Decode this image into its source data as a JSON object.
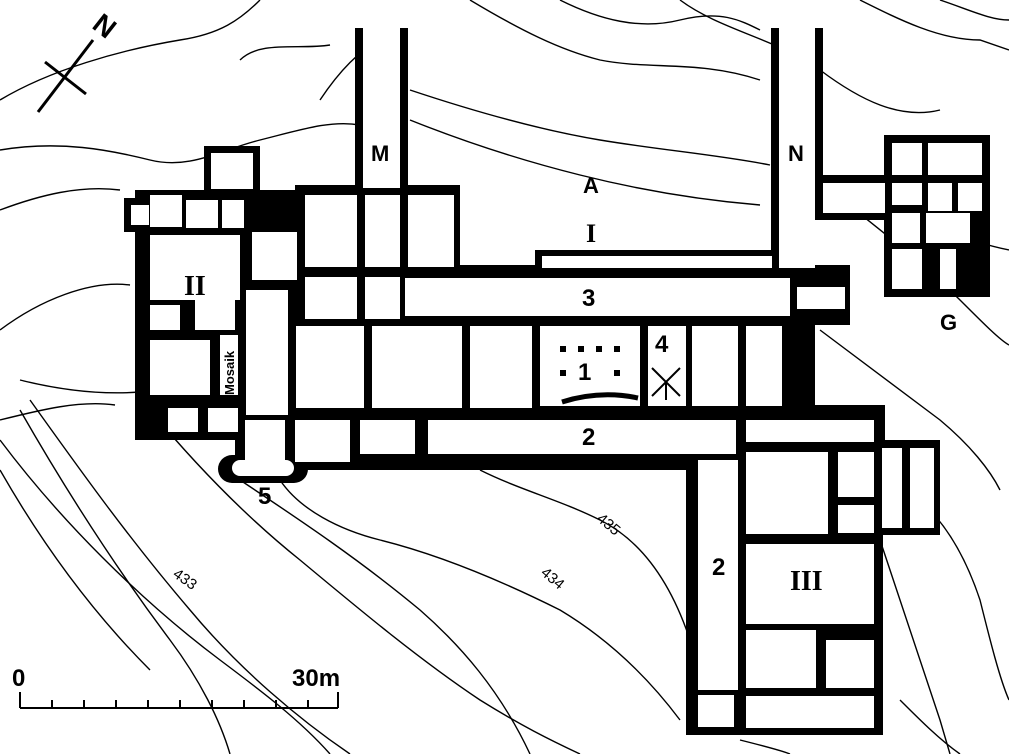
{
  "north_arrow": {
    "label": "N",
    "icon": "north-arrow-icon"
  },
  "passages": {
    "m": "M",
    "n": "N"
  },
  "zones": {
    "a": "A",
    "g": "G"
  },
  "buildings": {
    "i": "I",
    "ii": "II",
    "iii": "III"
  },
  "room_numbers": {
    "r1": "1",
    "r2a": "2",
    "r2b": "2",
    "r3": "3",
    "r4": "4",
    "r5": "5"
  },
  "mosaic_label": "Mosaik",
  "contours": {
    "c433": "433",
    "c434": "434",
    "c435": "435"
  },
  "scale_bar": {
    "start": "0",
    "end": "30m"
  },
  "colors": {
    "ink": "#000000",
    "paper": "#ffffff"
  }
}
